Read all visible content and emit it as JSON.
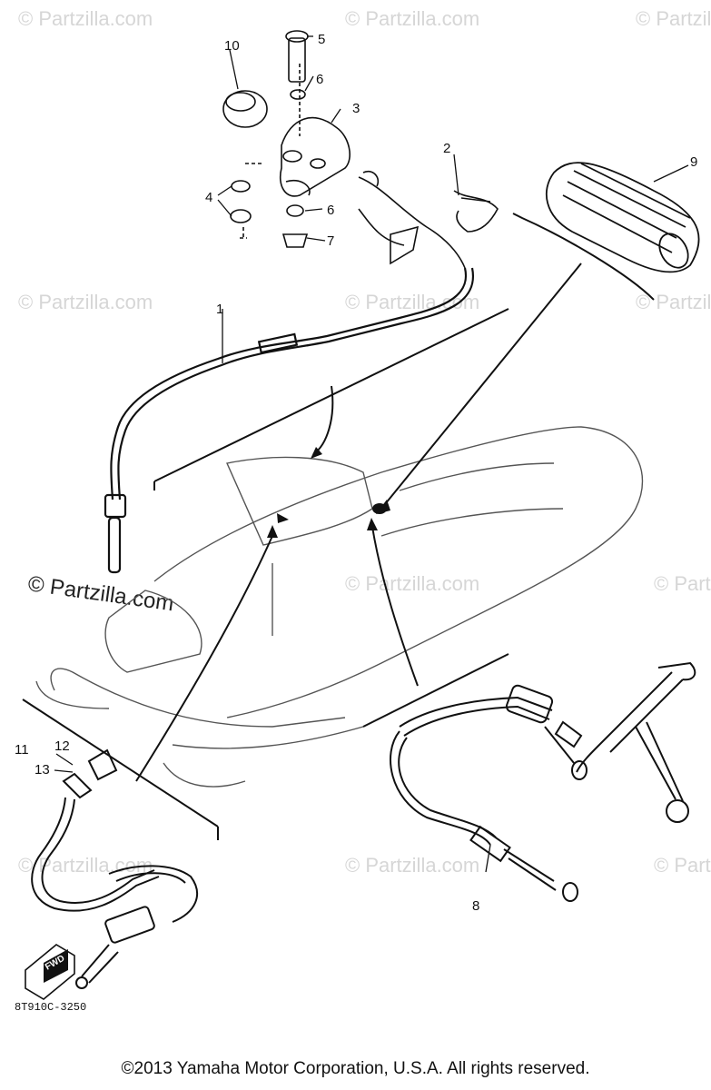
{
  "watermark": {
    "text": "© Partzilla.com"
  },
  "callouts": [
    "1",
    "2",
    "3",
    "4",
    "5",
    "6",
    "6",
    "7",
    "8",
    "9",
    "10",
    "11",
    "12",
    "13"
  ],
  "fwd_label": "FWD",
  "diagram_code": "8T910C-3250",
  "copyright": "©2013 Yamaha Motor Corporation, U.S.A. All rights reserved."
}
